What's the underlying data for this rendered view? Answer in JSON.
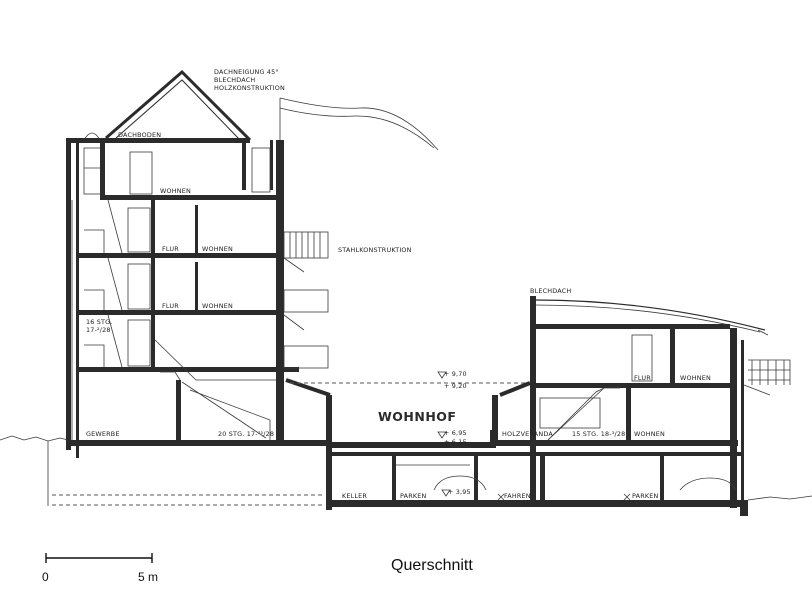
{
  "caption": "Querschnitt",
  "scale_bar": {
    "start_label": "0",
    "end_label": "5 m"
  },
  "labels": {
    "roof_note_1": "DACHNEIGUNG 45°",
    "roof_note_2": "BLECHDACH",
    "roof_note_3": "HOLZKONSTRUKTION",
    "attic": "DACHBODEN",
    "wohnen_attic": "WOHNEN",
    "flur_3": "FLUR",
    "wohnen_3": "WOHNEN",
    "flur_2": "FLUR",
    "wohnen_2": "WOHNEN",
    "stairs_main_1": "16 STG.",
    "stairs_main_2": "17-²/28",
    "steel": "STAHLKONSTRUKTION",
    "gewerbe": "GEWERBE",
    "stairs_ground": "20 STG. 17-⁷⁵/28",
    "elev_top_1": "+ 9,70",
    "elev_top_2": "+ 9,20",
    "wohnhof": "WOHNHOF",
    "elev_mid_1": "+ 6,95",
    "elev_mid_2": "+ 6,15",
    "holzveranda": "HOLZVERANDA",
    "stairs_rear": "15 STG. 18-³/28",
    "wohnen_rear": "WOHNEN",
    "flur_rear": "FLUR",
    "wohnen_rear_up": "WOHNEN",
    "blechdach_rear": "BLECHDACH",
    "keller": "KELLER",
    "parken_1": "PARKEN",
    "elev_low": "+ 3,95",
    "fahren": "FAHREN",
    "parken_2": "PARKEN"
  }
}
